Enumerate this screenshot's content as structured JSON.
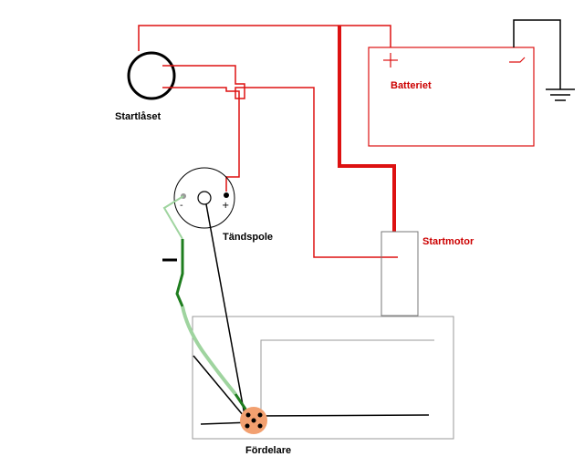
{
  "labels": {
    "ignition_switch": "Startlåset",
    "battery": "Batteriet",
    "ignition_coil": "Tändspole",
    "starter_motor": "Startmotor",
    "distributor": "Fördelare"
  },
  "symbols": {
    "battery_plus": "+",
    "coil_minus": "-",
    "coil_plus": "+"
  },
  "colors": {
    "wire_red": "#dd1111",
    "wire_green_dark": "#1e7d1e",
    "wire_green_light": "#9fd49f",
    "wire_black": "#000000",
    "box_outline": "#aaaaaa",
    "distributor_cap": "#f2a070",
    "label_red": "#cc0000",
    "label_black": "#000000"
  },
  "icons": [
    "ground-icon",
    "battery-minus-icon",
    "battery-plus-icon"
  ]
}
